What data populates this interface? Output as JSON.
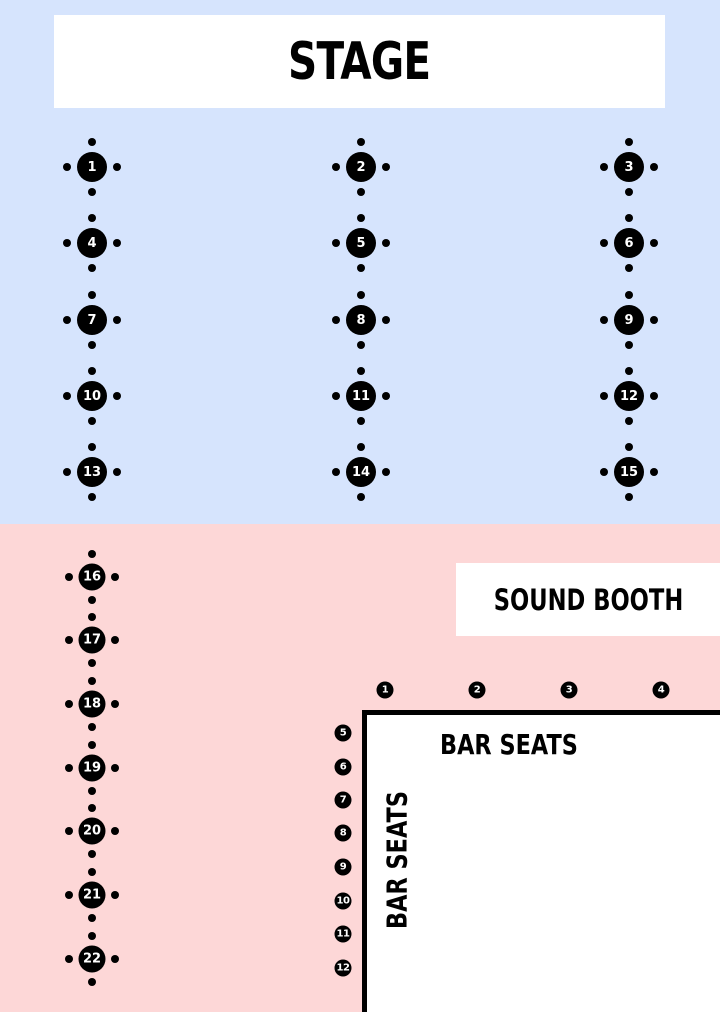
{
  "labels": {
    "stage": "STAGE",
    "sound_booth": "SOUND BOOTH",
    "bar_seats_top": "BAR SEATS",
    "bar_seats_side": "BAR SEATS"
  },
  "colors": {
    "top_zone": "#d6e4fd",
    "bottom_zone": "#fdd7d7",
    "marker": "#000000"
  },
  "tables": [
    "1",
    "2",
    "3",
    "4",
    "5",
    "6",
    "7",
    "8",
    "9",
    "10",
    "11",
    "12",
    "13",
    "14",
    "15",
    "16",
    "17",
    "18",
    "19",
    "20",
    "21",
    "22"
  ],
  "bar_seats": [
    "1",
    "2",
    "3",
    "4",
    "5",
    "6",
    "7",
    "8",
    "9",
    "10",
    "11",
    "12"
  ]
}
